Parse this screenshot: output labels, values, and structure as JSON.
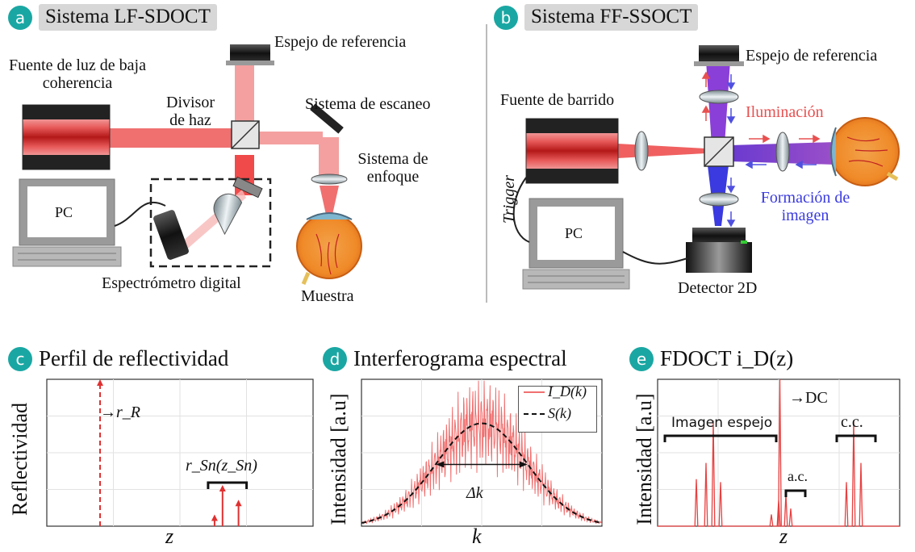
{
  "panel_a": {
    "badge": "a",
    "title": "Sistema LF-SDOCT",
    "light_source": "Fuente de luz de baja coherencia",
    "beam_splitter": "Divisor de haz",
    "ref_mirror": "Espejo de referencia",
    "scanner": "Sistema de escaneo",
    "focus": "Sistema de enfoque",
    "pc": "PC",
    "spectrometer": "Espectrómetro digital",
    "sample": "Muestra"
  },
  "panel_b": {
    "badge": "b",
    "title": "Sistema FF-SSOCT",
    "swept_source": "Fuente de barrido",
    "ref_mirror": "Espejo de referencia",
    "illumination": "Iluminación",
    "imaging": "Formación de imagen",
    "trigger": "Trigger",
    "pc": "PC",
    "detector": "Detector 2D",
    "color_illumination": "#e85050",
    "color_imaging": "#3a3ae0"
  },
  "panel_c": {
    "badge": "c",
    "title": "Perfil de reflectividad",
    "ylabel": "Reflectividad",
    "xlabel": "z",
    "ref_label": "→r_R",
    "sample_label": "r_Sn(z_Sn)"
  },
  "panel_d": {
    "badge": "d",
    "title": "Interferograma espectral",
    "ylabel": "Intensidad [a.u]",
    "xlabel": "k",
    "legend_id": "I_D(k)",
    "legend_s": "S(k)",
    "delta_label": "Δk"
  },
  "panel_e": {
    "badge": "e",
    "title": "FDOCT i_D(z)",
    "ylabel": "Intensidad [a.u]",
    "xlabel": "z",
    "dc_label": "→DC",
    "mirror_label": "Imagen espejo",
    "cc_label": "c.c.",
    "ac_label": "a.c."
  },
  "chart_data": [
    {
      "type": "line",
      "title": "Perfil de reflectividad",
      "xlabel": "z",
      "ylabel": "Reflectividad",
      "series": [
        {
          "name": "r_R",
          "x": [
            0.2
          ],
          "values": [
            1.0
          ]
        },
        {
          "name": "r_Sn(z_Sn)",
          "x": [
            0.63,
            0.66,
            0.72
          ],
          "values": [
            0.08,
            0.28,
            0.18
          ]
        }
      ],
      "xlim": [
        0,
        1
      ],
      "ylim": [
        0,
        1
      ]
    },
    {
      "type": "line",
      "title": "Interferograma espectral",
      "xlabel": "k",
      "ylabel": "Intensidad [a.u]",
      "series": [
        {
          "name": "I_D(k)",
          "values": []
        },
        {
          "name": "S(k)",
          "center": 0.5,
          "width": 0.19,
          "peak": 0.7
        }
      ],
      "xlim": [
        0,
        1
      ],
      "ylim": [
        0,
        1
      ]
    },
    {
      "type": "line",
      "title": "FDOCT i_D(z)",
      "xlabel": "z",
      "ylabel": "Intensidad [a.u]",
      "series": [
        {
          "name": "i_D(z)",
          "x": [
            0.16,
            0.2,
            0.23,
            0.26,
            0.47,
            0.5,
            0.505,
            0.53,
            0.55,
            0.78,
            0.81,
            0.84
          ],
          "values": [
            0.32,
            0.43,
            0.72,
            0.3,
            0.08,
            0.18,
            1.0,
            0.22,
            0.12,
            0.3,
            0.72,
            0.43
          ]
        }
      ],
      "xlim": [
        0,
        1
      ],
      "ylim": [
        0,
        1
      ]
    }
  ]
}
